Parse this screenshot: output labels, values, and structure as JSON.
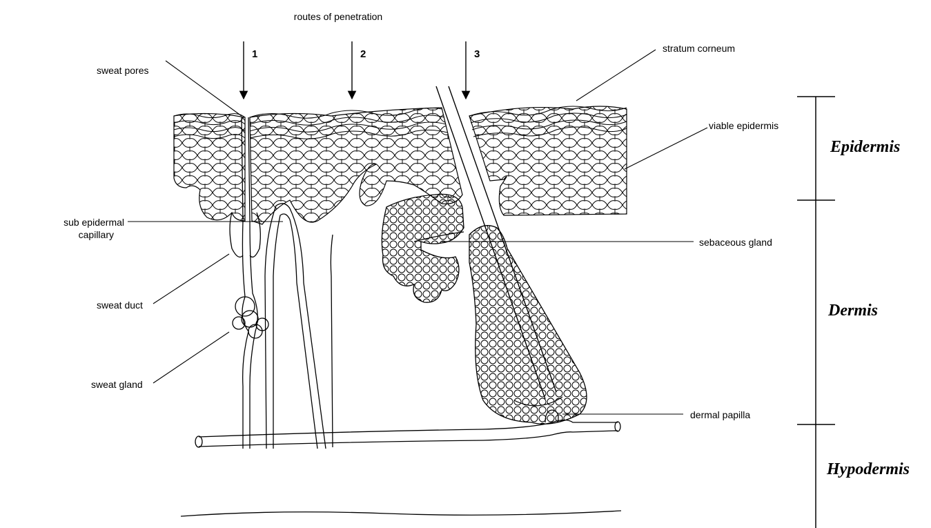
{
  "title": "routes of penetration",
  "routes": [
    "1",
    "2",
    "3"
  ],
  "labels": {
    "sweat_pores": "sweat pores",
    "stratum_corneum": "stratum corneum",
    "viable_epidermis": "viable epidermis",
    "sub_epidermal_1": "sub epidermal",
    "sub_epidermal_2": "capillary",
    "sebaceous_gland": "sebaceous gland",
    "sweat_duct": "sweat duct",
    "sweat_gland": "sweat gland",
    "dermal_papilla": "dermal papilla"
  },
  "layers": {
    "epidermis": "Epidermis",
    "dermis": "Dermis",
    "hypodermis": "Hypodermis"
  },
  "colors": {
    "ink": "#000000",
    "background": "#ffffff"
  }
}
